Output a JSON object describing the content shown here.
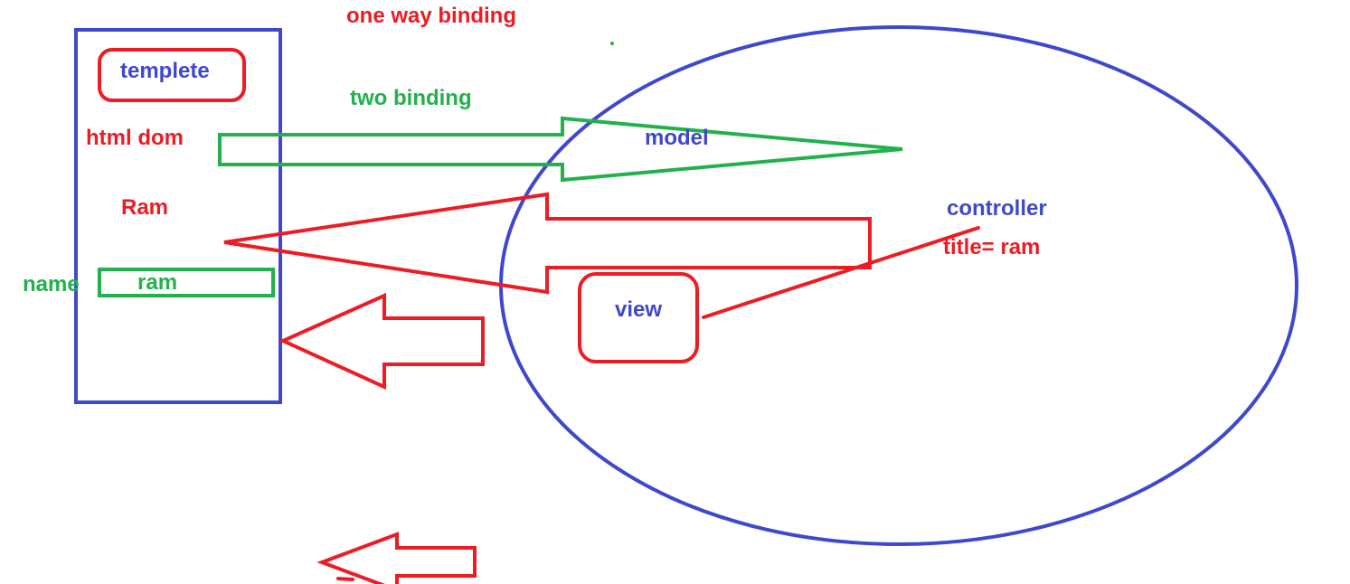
{
  "colors": {
    "blue": "#3f48cc",
    "red": "#ed1c24",
    "green": "#22b14c",
    "background": "#ffffff"
  },
  "labels": {
    "one_way": "one way binding",
    "two_way": "two binding",
    "templete": "templete",
    "html_dom": "html dom",
    "ram_upper": "Ram",
    "name": "name",
    "ram_lower": "ram",
    "model": "model",
    "controller": "controller",
    "title_assign": "title= ram",
    "view": "view"
  }
}
